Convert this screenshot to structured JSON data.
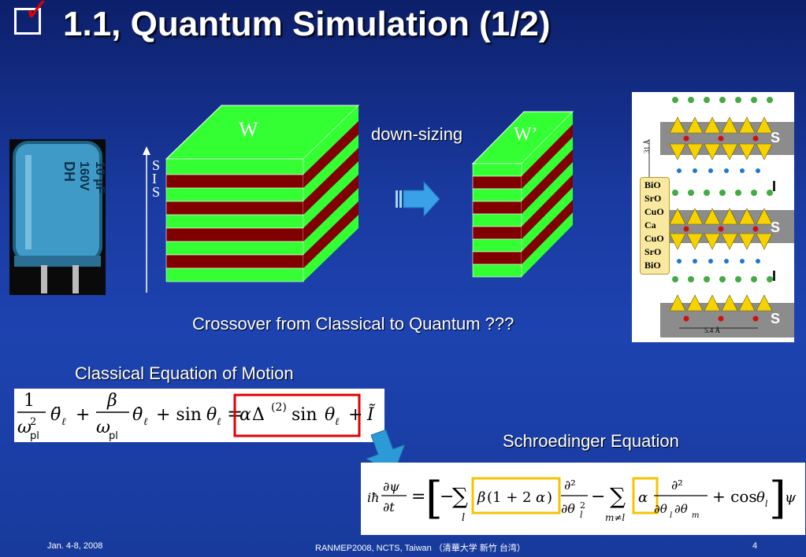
{
  "slide": {
    "title": "1.1, Quantum Simulation (1/2)",
    "colors": {
      "accent": "#ff3b30",
      "highlight": "#f5c400",
      "green": "#33ff33",
      "brown": "#800000"
    }
  },
  "diagram": {
    "big_stack_label": "W",
    "small_stack_label": "W’",
    "downsizing_label": "down-sizing",
    "axis_letters": [
      "S",
      "I",
      "S"
    ],
    "capacitor_text": [
      "DH",
      "160V",
      "10 µF"
    ]
  },
  "crystal": {
    "layers": [
      "BiO",
      "SrO",
      "CuO",
      "Ca",
      "CuO",
      "SrO",
      "BiO"
    ],
    "side_labels": [
      "S",
      "I",
      "S",
      "I",
      "S"
    ],
    "dim_left": "31 Å",
    "dim_bottom": "5.4 Å"
  },
  "text": {
    "crossover": "Crossover from Classical to Quantum ???",
    "classical_heading": "Classical Equation of Motion",
    "schroedinger_heading": "Schroedinger Equation"
  },
  "footer": {
    "date": "Jan. 4-8, 2008",
    "conference": "RANMEP2008, NCTS, Taiwan （清華大学 新竹 台湾）",
    "page": "4"
  }
}
